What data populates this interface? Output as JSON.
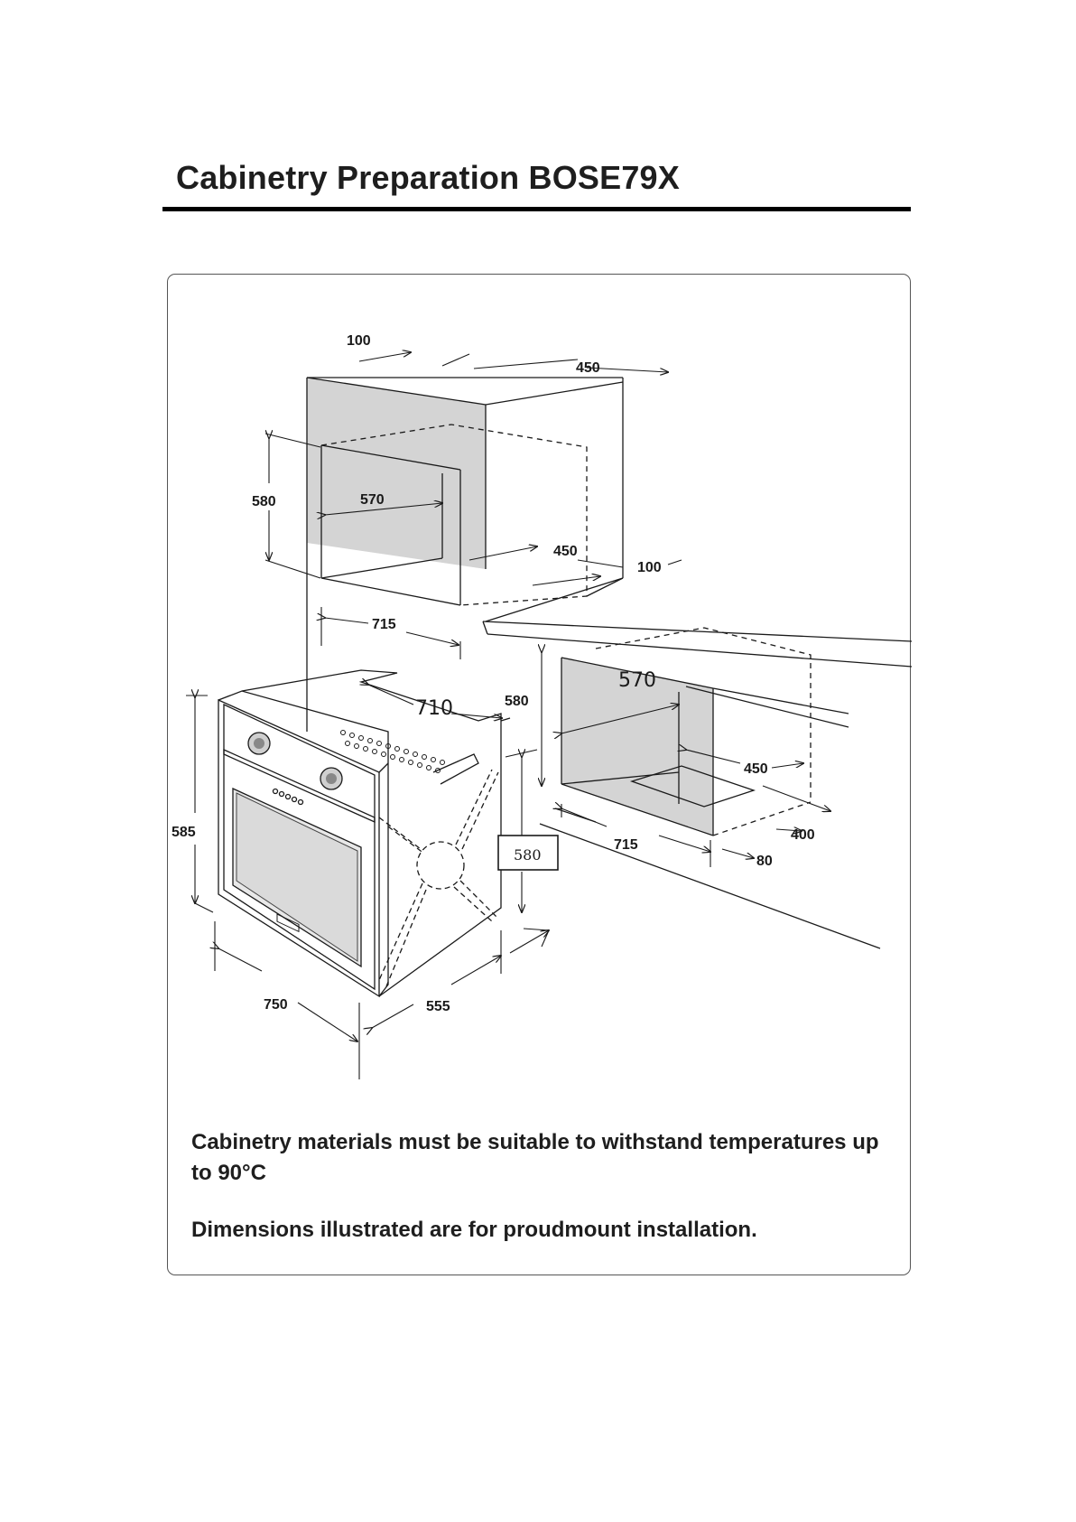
{
  "title": "Cabinetry Preparation BOSE79X",
  "notes": {
    "temperature": "Cabinetry materials must be suitable to withstand temperatures up to 90°C",
    "installation": "Dimensions illustrated are for proudmount installation."
  },
  "upper_cabinet": {
    "dim_top_100": "100",
    "dim_top_450": "450",
    "dim_height_580": "580",
    "dim_width_570": "570",
    "dim_depth_450": "450",
    "dim_side_100": "100",
    "dim_base_715": "715"
  },
  "oven": {
    "dim_710": "710",
    "dim_580": "580",
    "dim_585": "585",
    "dim_580_boxed": "580",
    "dim_750": "750",
    "dim_555": "555"
  },
  "under_bench": {
    "dim_570": "570",
    "dim_450": "450",
    "dim_715": "715",
    "dim_400": "400",
    "dim_80": "80"
  },
  "colors": {
    "cavity_fill": "#d4d4d4",
    "line": "#1a1a1a"
  }
}
